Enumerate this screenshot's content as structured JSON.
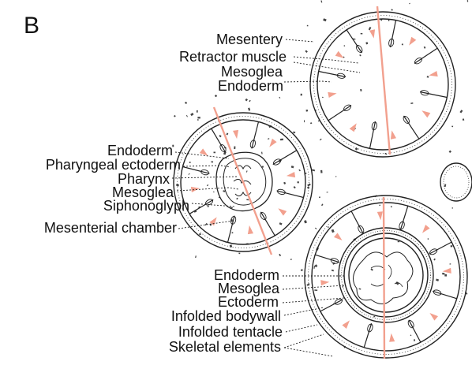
{
  "panel_letter": "B",
  "labels_top": [
    "Mesentery",
    "Retractor muscle",
    "Mesoglea",
    "Endoderm"
  ],
  "labels_left": [
    "Endoderm",
    "Pharyngeal ectoderm",
    "Pharynx",
    "Mesoglea",
    "Siphonoglyph"
  ],
  "labels_middle": [
    "Mesenterial chamber"
  ],
  "labels_bottom": [
    "Endoderm",
    "Mesoglea",
    "Ectoderm",
    "Infolded bodywall",
    "Infolded tentacle",
    "Skeletal elements"
  ],
  "colors": {
    "ink": "#222222",
    "highlight": "#f2a08e",
    "background": "#ffffff"
  }
}
